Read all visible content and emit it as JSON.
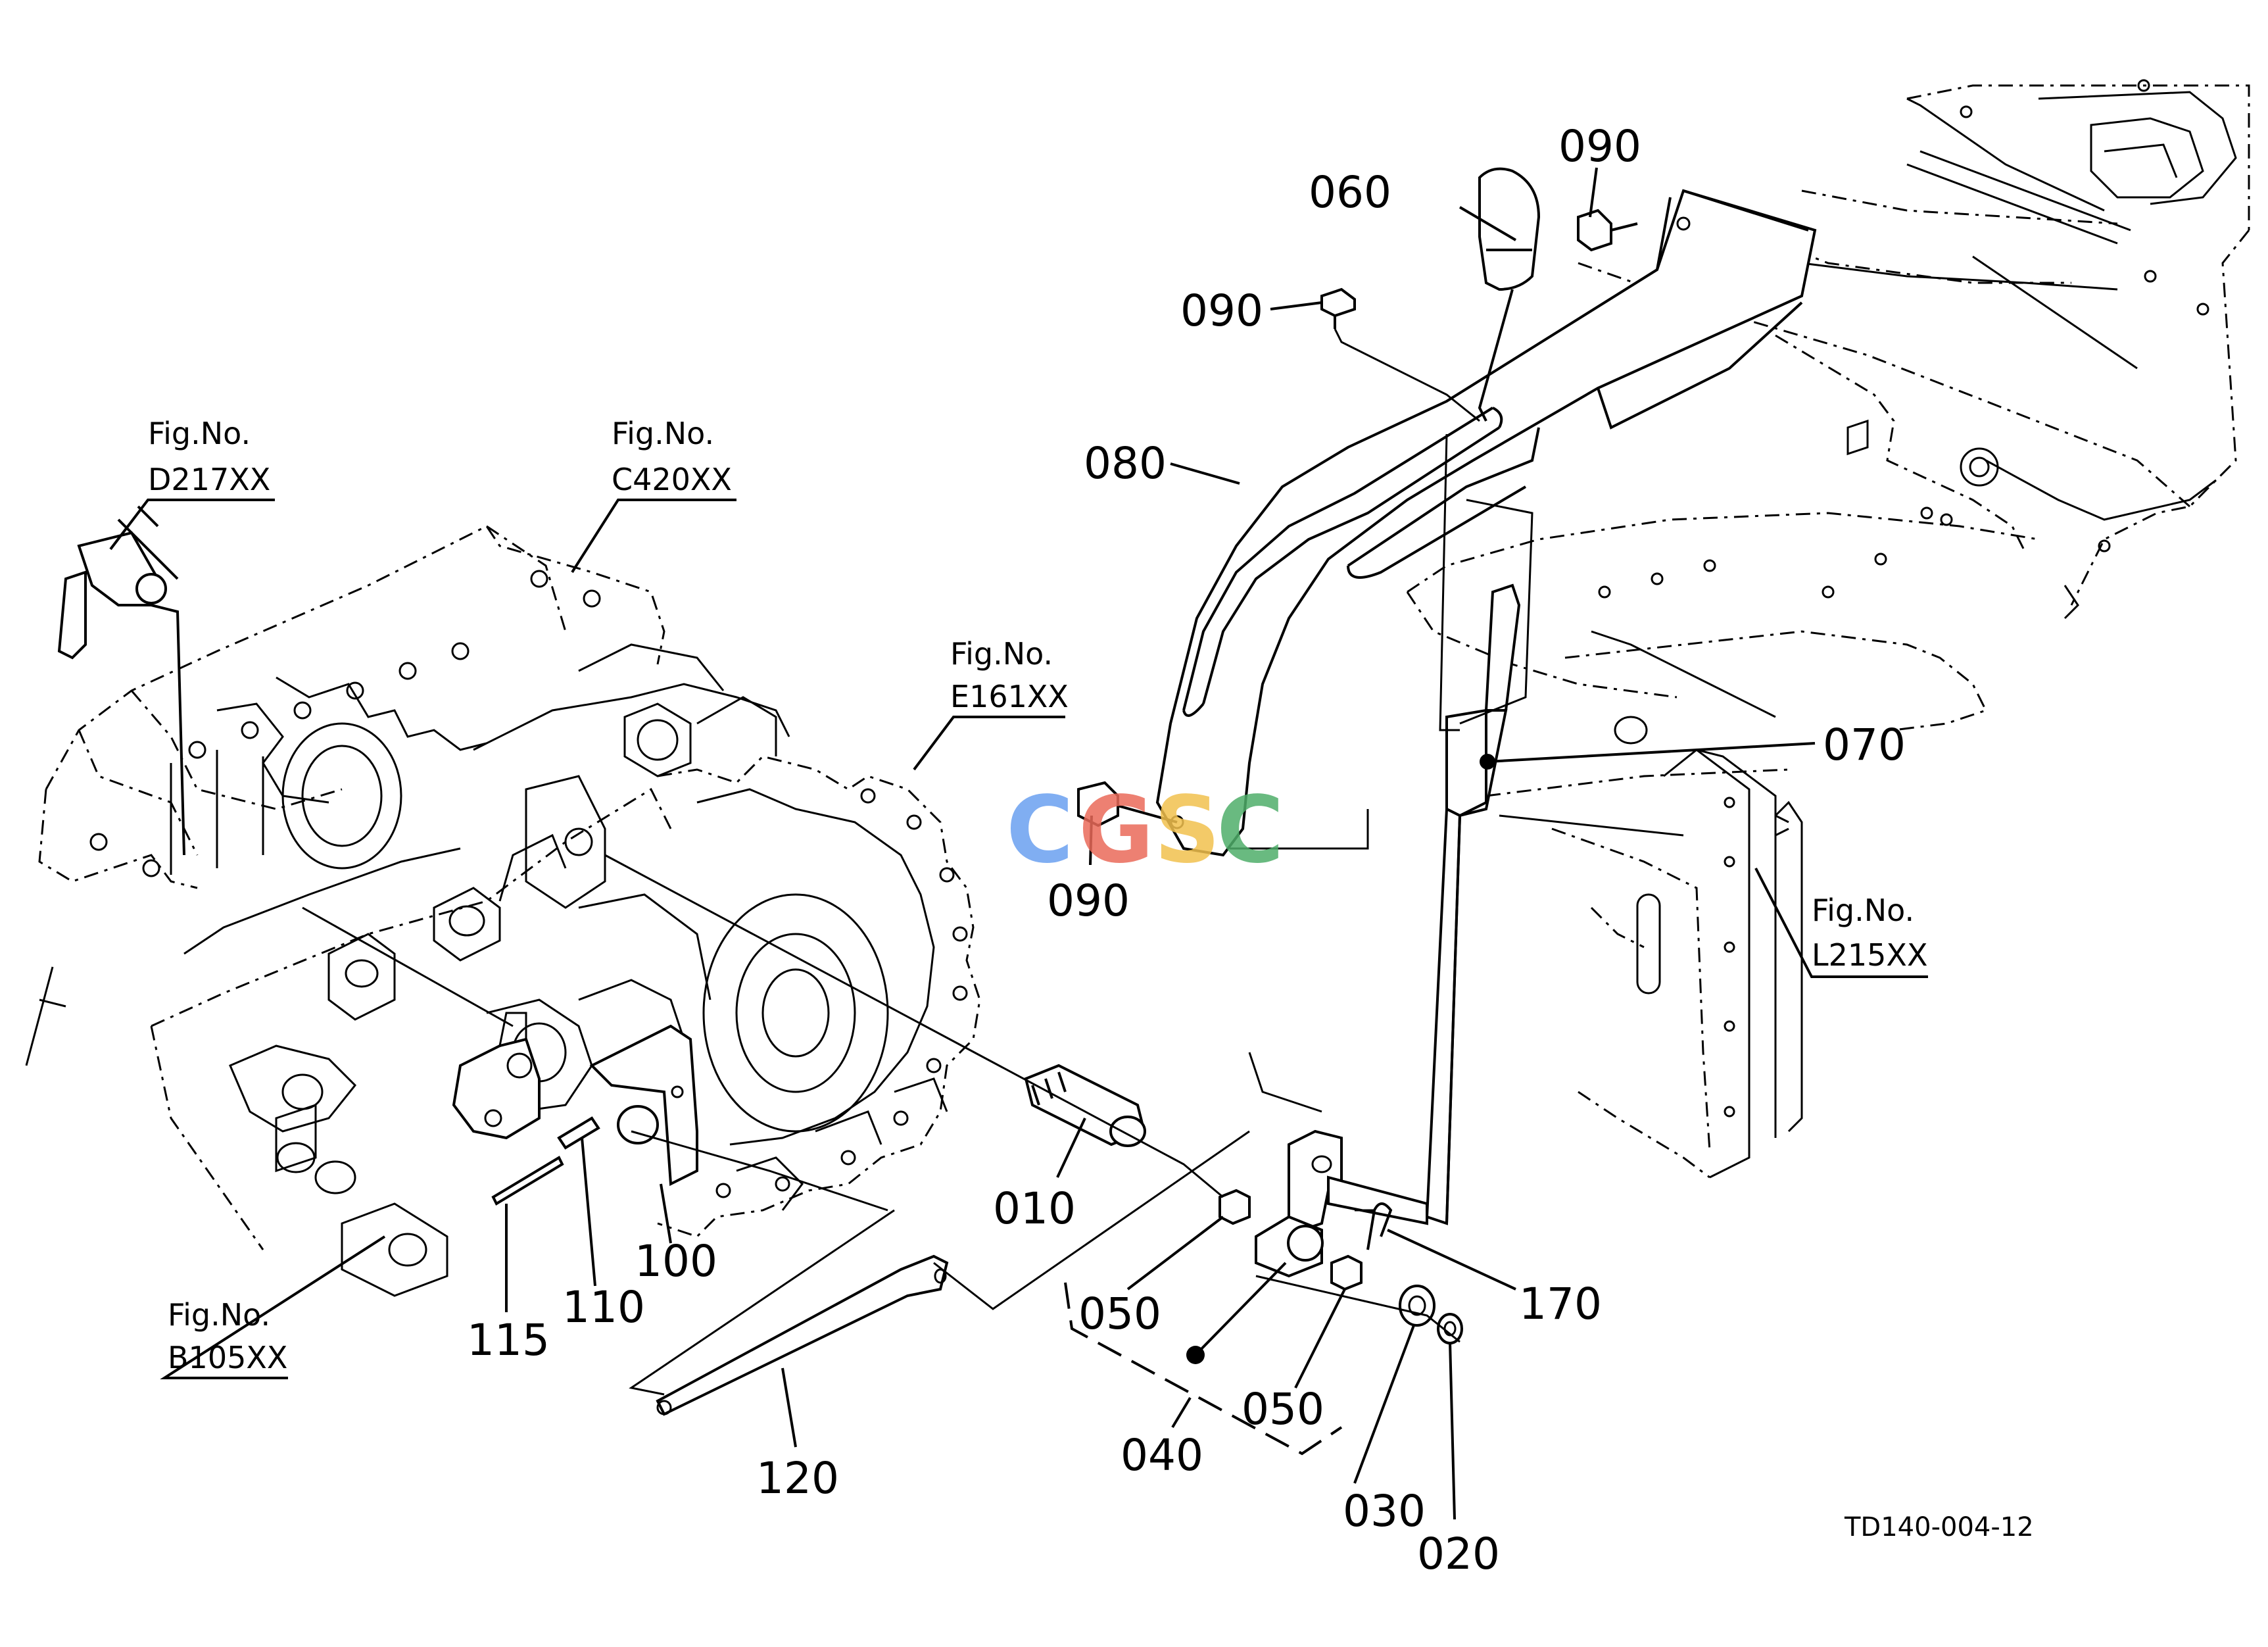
{
  "parts": {
    "p010": "010",
    "p020": "020",
    "p030": "030",
    "p040": "040",
    "p050a": "050",
    "p050b": "050",
    "p060": "060",
    "p070": "070",
    "p080": "080",
    "p090a": "090",
    "p090b": "090",
    "p090c": "090",
    "p100": "100",
    "p110": "110",
    "p115": "115",
    "p120": "120",
    "p170": "170"
  },
  "figure_refs": {
    "d217": {
      "prefix": "Fig.No.",
      "code": "D217XX"
    },
    "c420": {
      "prefix": "Fig.No.",
      "code": "C420XX"
    },
    "e161": {
      "prefix": "Fig.No.",
      "code": "E161XX"
    },
    "l215": {
      "prefix": "Fig.No.",
      "code": "L215XX"
    },
    "b105": {
      "prefix": "Fig.No.",
      "code": "B105XX"
    }
  },
  "drawing_code": "TD140-004-12",
  "watermark": {
    "text": "CGSC",
    "colors": [
      "#6aa0f0",
      "#ea6a5a",
      "#f2c14e",
      "#4fae6a"
    ]
  }
}
